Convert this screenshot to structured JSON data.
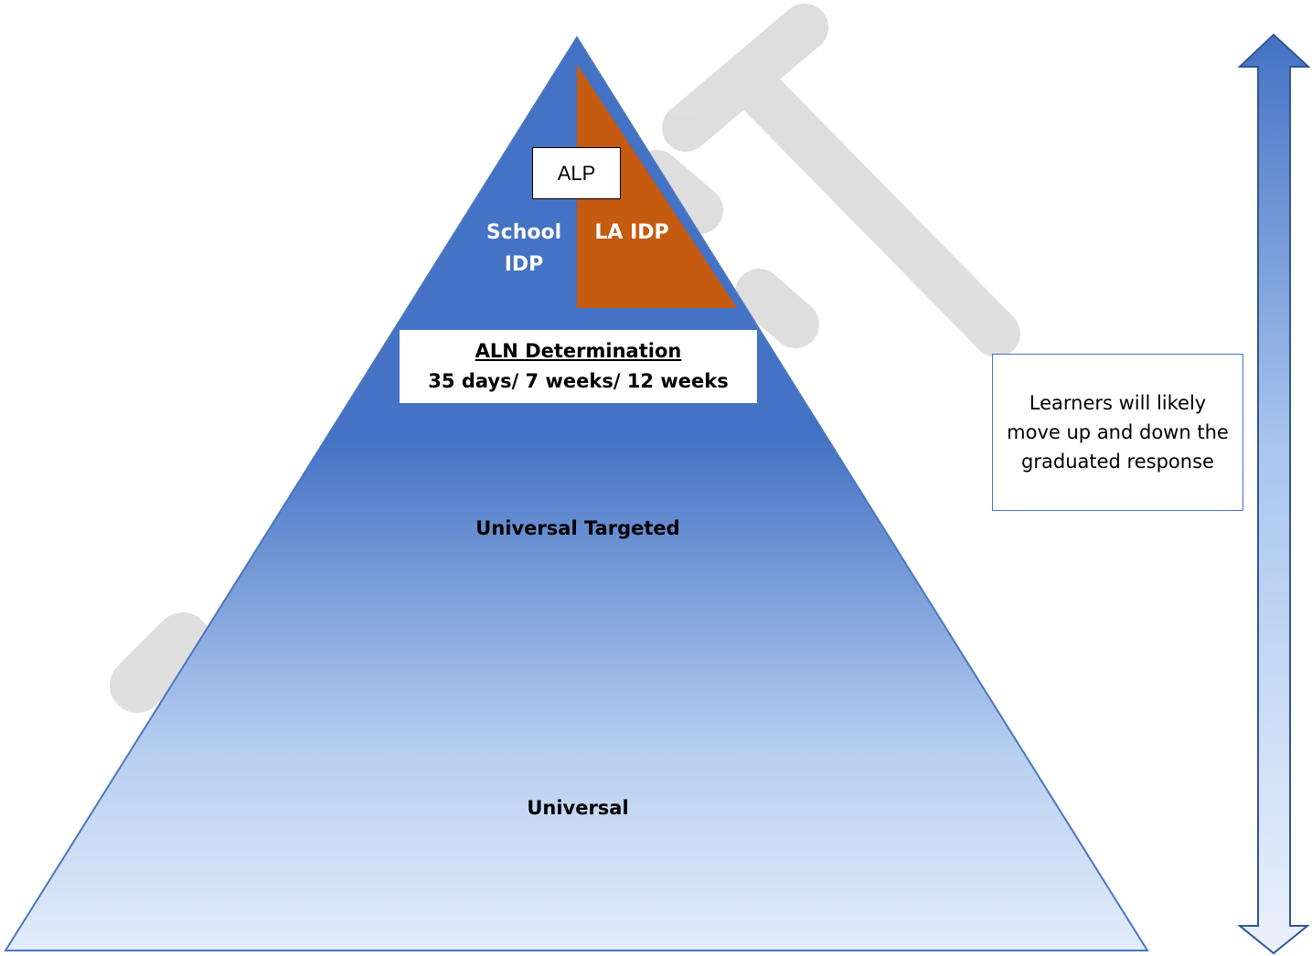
{
  "pyramid": {
    "top_left_label": "School IDP",
    "top_right_label": "LA IDP",
    "alp_label": "ALP",
    "determination": {
      "title": "ALN Determination",
      "timescales": "35 days/ 7 weeks/ 12 weeks"
    },
    "middle_tier": "Universal Targeted",
    "base_tier": "Universal"
  },
  "side_note": "Learners will likely move up and down the graduated response",
  "colors": {
    "pyramid_top": "#4472c4",
    "pyramid_bottom": "#dfeafa",
    "la_idp_fill": "#c55a11",
    "arrow_outline": "#2f5597",
    "watermark": "#d9d9d9"
  }
}
